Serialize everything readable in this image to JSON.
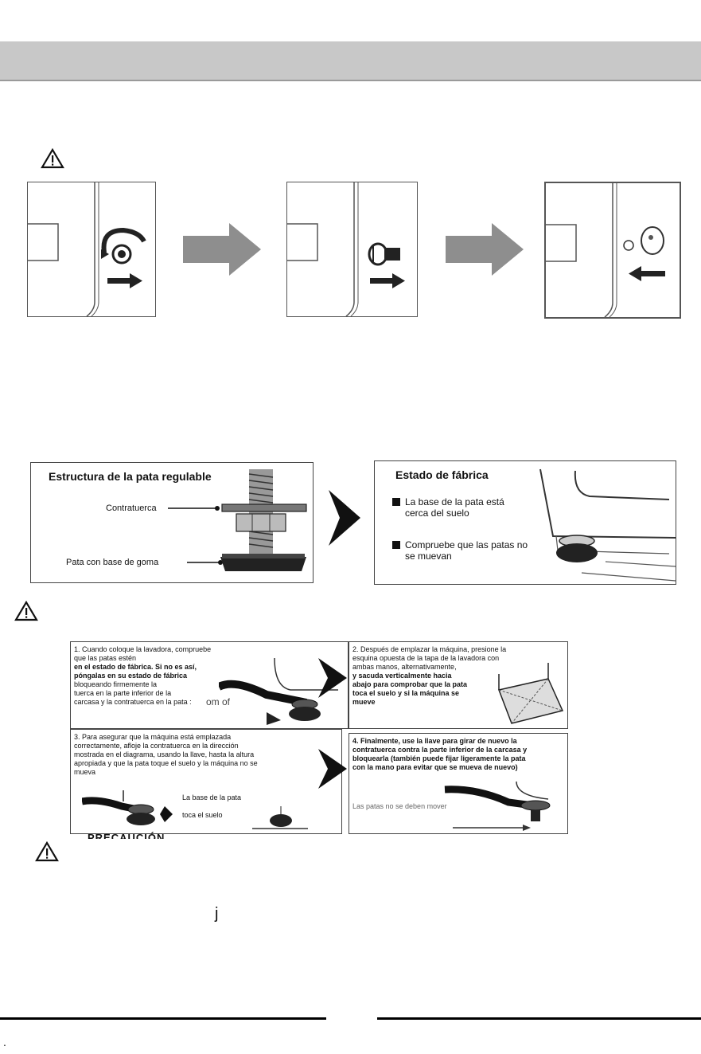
{
  "panel_top": {
    "title": "Estructura de la pata regulable",
    "label_locknut": "Contratuerca",
    "label_foot": "Pata con base de goma"
  },
  "panel_factory": {
    "title": "Estado de fábrica",
    "bullet1_line1": "La base de la pata está",
    "bullet1_line2": "cerca del suelo",
    "bullet2_line1": "Compruebe que las patas no",
    "bullet2_line2": "se muevan"
  },
  "step1": {
    "l1": "1. Cuando coloque la lavadora, compruebe",
    "l2": "que las patas estén",
    "l3": "en el estado de fábrica. Si no es así,",
    "l4": "póngalas en su estado de fábrica",
    "l5": "bloqueando firmemente la",
    "l6": "tuerca en la parte inferior de la",
    "l7": "carcasa y la contratuerca en la pata :",
    "stray": "om of"
  },
  "step2": {
    "l1": "2. Después de emplazar la máquina, presione la",
    "l2": "esquina opuesta de la tapa de la lavadora con",
    "l3": "ambas manos, alternativamente,",
    "l4": "y sacuda verticalmente hacia",
    "l5": "abajo para comprobar que la pata",
    "l6": "toca el suelo y si la máquina se",
    "l7": "mueve"
  },
  "step3": {
    "l1": "3. Para asegurar que la máquina está emplazada",
    "l2": "correctamente, afloje la contratuerca en la dirección",
    "l3": "mostrada en el diagrama, usando la llave, hasta la altura",
    "l4": "apropiada y que la pata toque el suelo y la máquina no se",
    "l5": "mueva",
    "caption1": "La base de la pata",
    "caption2": "toca el suelo"
  },
  "step4": {
    "l1": "4. Finalmente, use la llave para girar de nuevo la",
    "l2": "contratuerca contra la parte inferior de la carcasa y",
    "l3": "bloquearla (también puede fijar ligeramente la pata",
    "l4": "con la mano para evitar que se mueva de nuevo)",
    "caption": "Las patas no se deben mover"
  },
  "partial_heading": "PRECAUCIÓN",
  "stray_char": "j",
  "footer_dot": "."
}
